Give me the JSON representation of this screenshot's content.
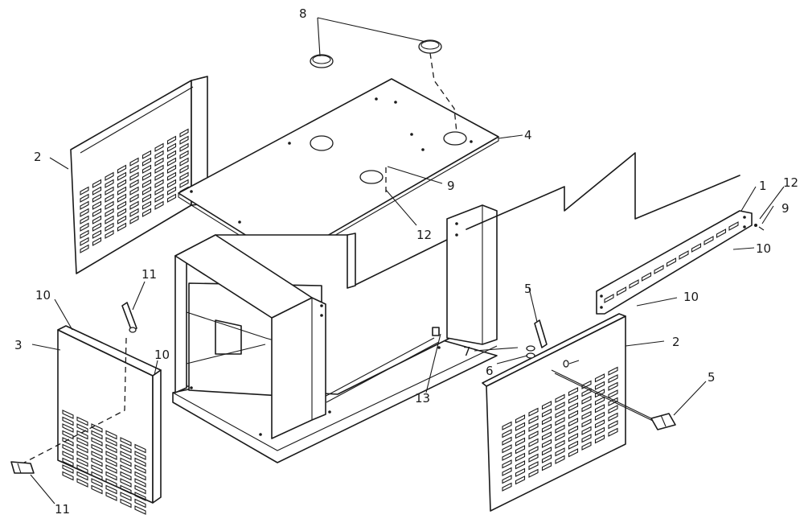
{
  "callouts": {
    "c1": "1",
    "c2a": "2",
    "c2b": "2",
    "c3": "3",
    "c4": "4",
    "c5a": "5",
    "c5b": "5",
    "c6": "6",
    "c7": "7",
    "c8": "8",
    "c9a": "9",
    "c9b": "9",
    "c10a": "10",
    "c10b": "10",
    "c10c": "10",
    "c10d": "10",
    "c11a": "11",
    "c11b": "11",
    "c12a": "12",
    "c12b": "12",
    "c13": "13"
  }
}
